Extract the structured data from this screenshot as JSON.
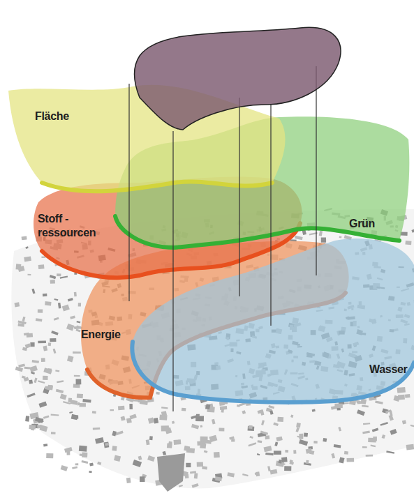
{
  "diagram": {
    "nodes": [
      {
        "text": [
          "Fläche"
        ]
      },
      {
        "text": [
          "Stoff - ressourcen"
        ]
      },
      {
        "text": [
          "Grün"
        ]
      },
      {
        "text": [
          "Energie"
        ]
      },
      {
        "text": [
          "Wasser"
        ]
      }
    ]
  }
}
